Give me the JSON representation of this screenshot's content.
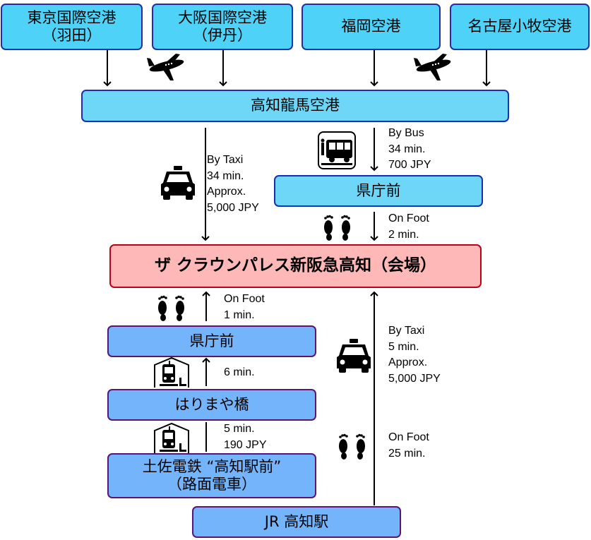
{
  "airports": {
    "haneda": {
      "line1": "東京国際空港",
      "line2": "（羽田）"
    },
    "itami": {
      "line1": "大阪国際空港",
      "line2": "（伊丹）"
    },
    "fukuoka": "福岡空港",
    "nagoya": "名古屋小牧空港"
  },
  "kochi_airport": "高知龍馬空港",
  "kenchomae_bus": "県庁前",
  "venue": "ザ クラウンパレス新阪急高知（会場）",
  "kenchomae_tram": "県庁前",
  "harimayabashi": "はりまや橋",
  "tosa_den": {
    "line1": "土佐電鉄 “高知駅前”",
    "line2": "（路面電車）"
  },
  "jr_kochi": "JR  高知駅",
  "labels": {
    "taxi_airport": "By Taxi\n34 min.\nApprox.\n5,000 JPY",
    "bus": "By Bus\n34 min.\n700 JPY",
    "foot_bus_stop": "On Foot\n2 min.",
    "foot_tram_stop": "On Foot\n1 min.",
    "tram_hari": "6 min.",
    "tram_station": "5 min.\n190 JPY",
    "taxi_station": "By Taxi\n5 min.\nApprox.\n5,000 JPY",
    "foot_station": "On Foot\n25 min."
  },
  "icons": [
    "airplane-icon",
    "taxi-icon",
    "bus-icon",
    "footprints-icon",
    "tram-icon"
  ]
}
